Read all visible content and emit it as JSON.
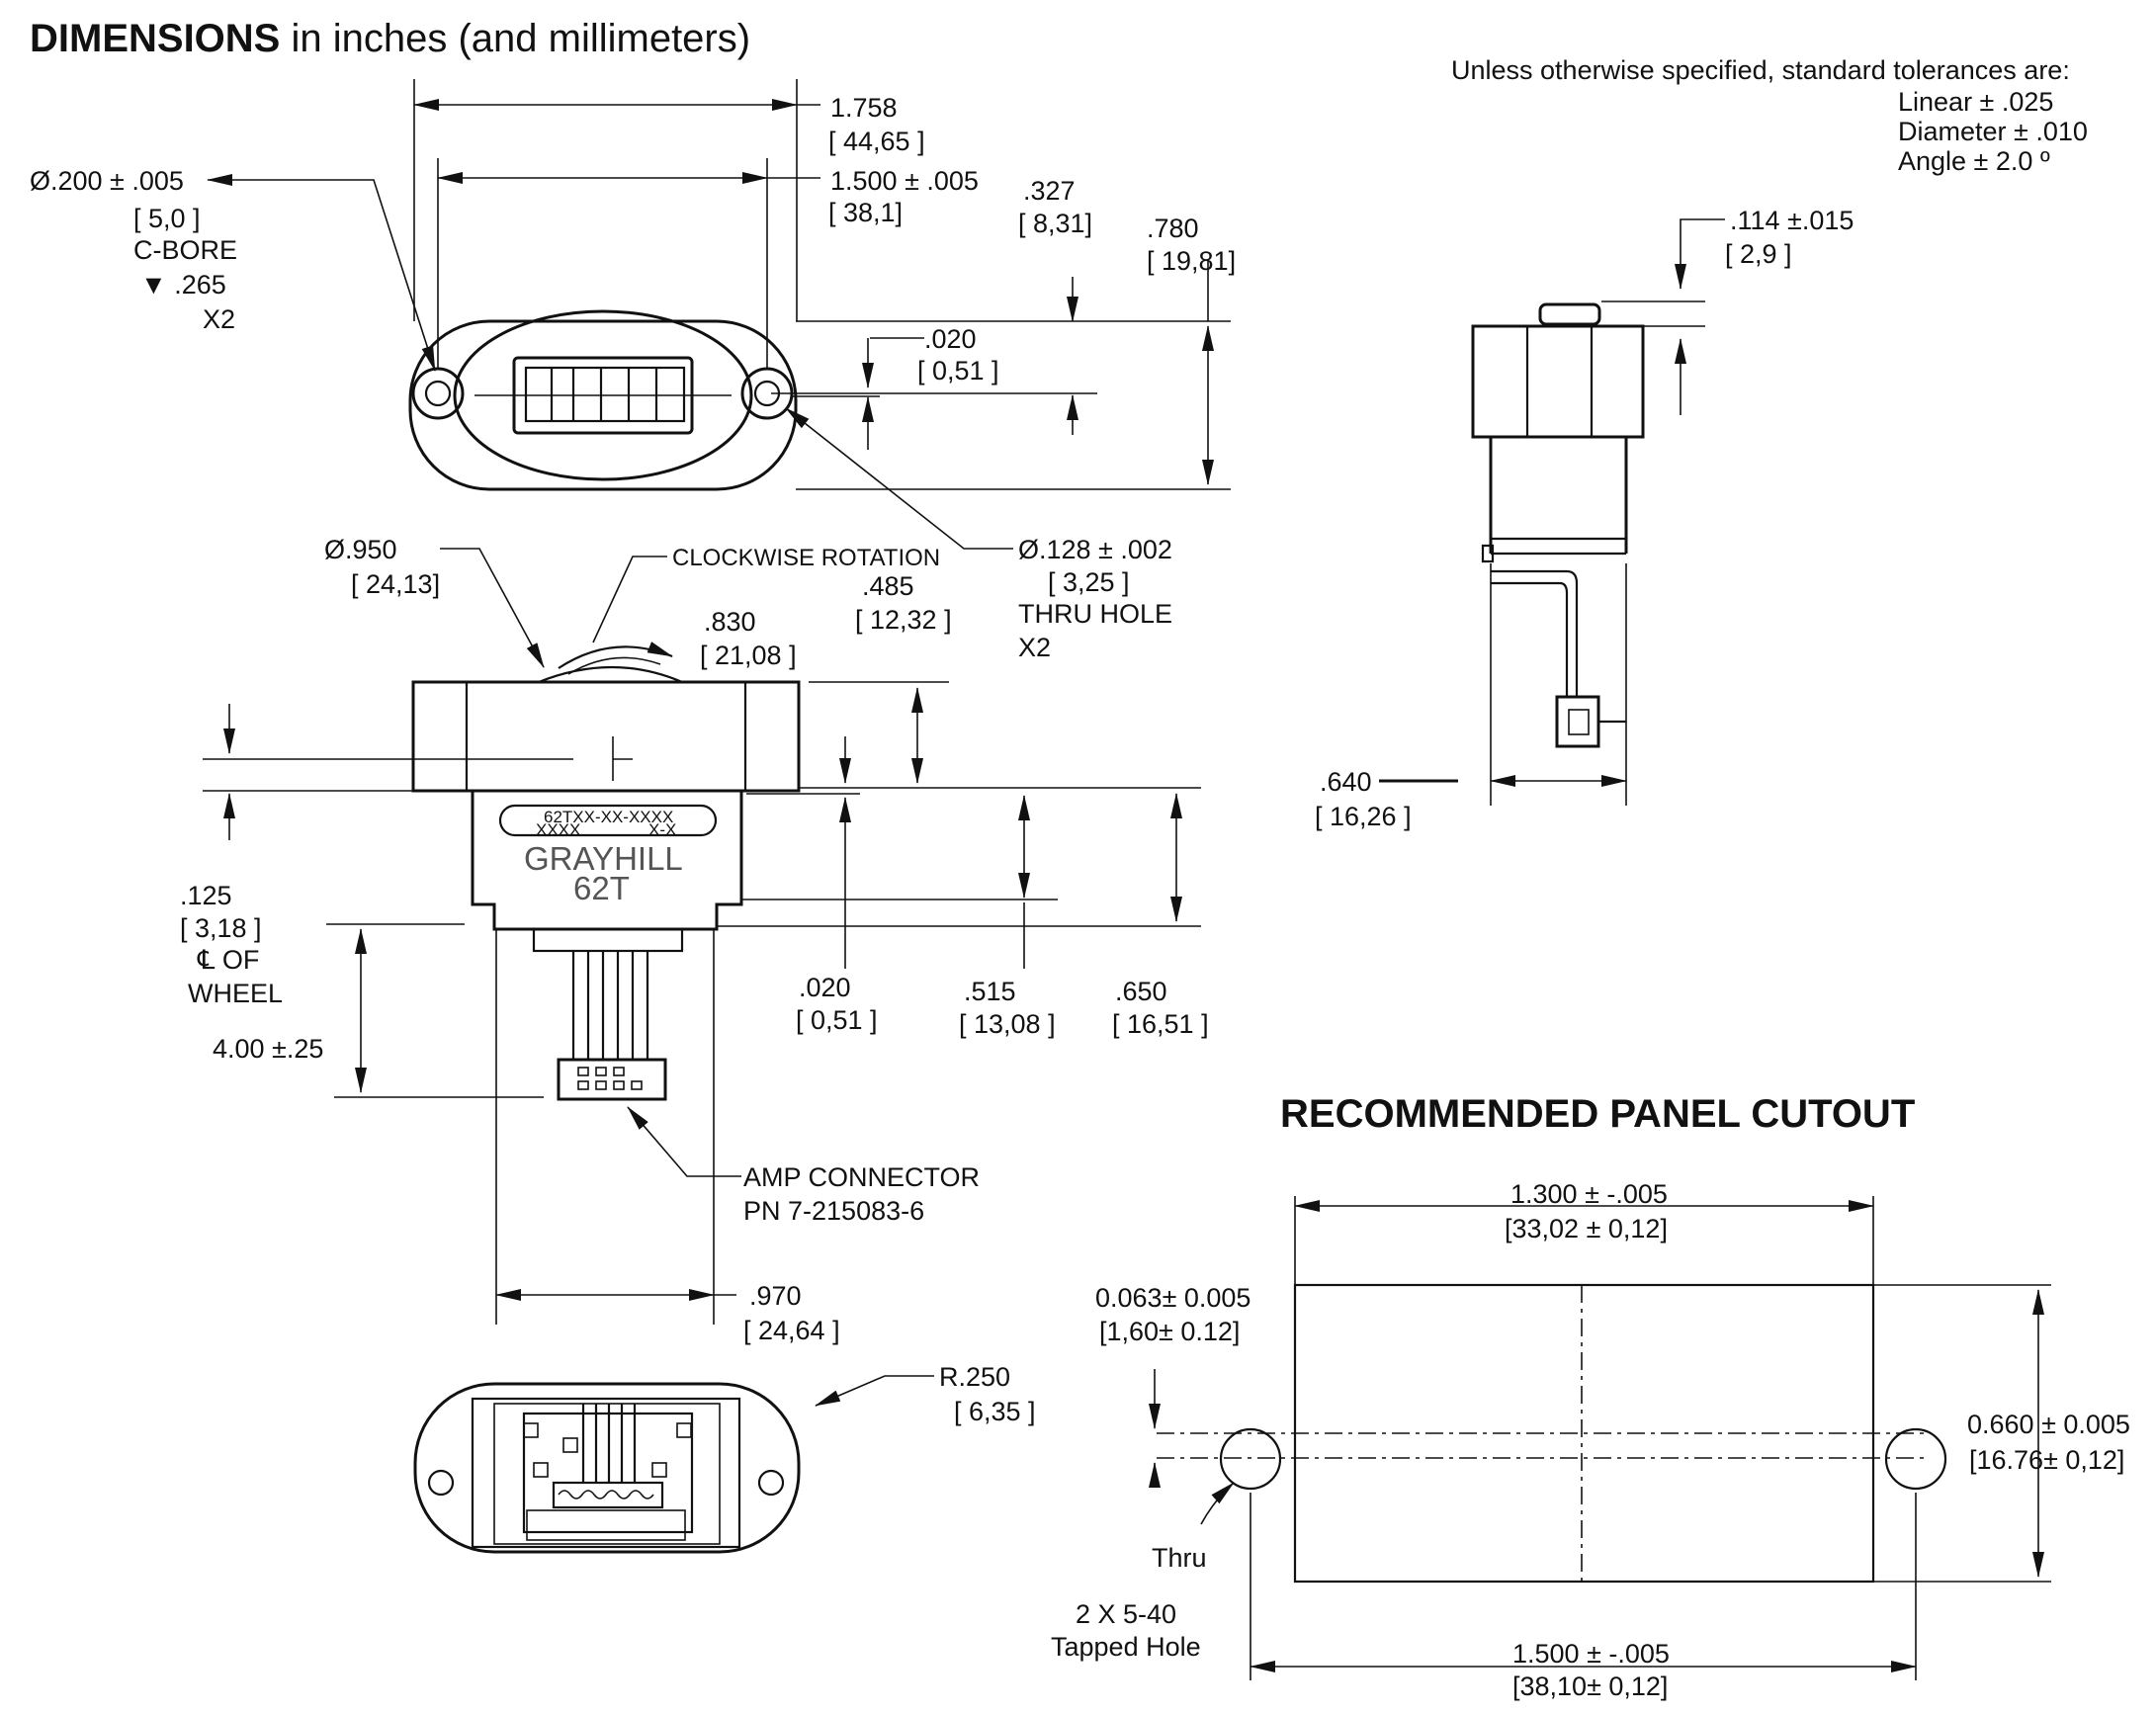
{
  "header": {
    "title_bold": "DIMENSIONS",
    "title_rest": " in inches (and millimeters)"
  },
  "tolerances": {
    "intro": "Unless otherwise specified, standard tolerances are:",
    "linear": "Linear ± .025",
    "diameter": "Diameter ± .010",
    "angle": "Angle ± 2.0 º"
  },
  "top_view": {
    "overall_width": {
      "in": "1.758",
      "mm": "[ 44,65 ]"
    },
    "hole_spacing": {
      "in": "1.500 ± .005",
      "mm": "[ 38,1]"
    },
    "cbore_dia": {
      "in": "Ø.200 ± .005",
      "mm": "[ 5,0 ]",
      "note1": "C-BORE",
      "note2": "▼ .265",
      "note3": "X2"
    },
    "offset_327": {
      "in": ".327",
      "mm": "[ 8,31]"
    },
    "height_780": {
      "in": ".780",
      "mm": "[ 19,81]"
    },
    "offset_020": {
      "in": ".020",
      "mm": "[ 0,51 ]"
    },
    "thru_hole": {
      "in": "Ø.128  ± .002",
      "mm": "[ 3,25 ]",
      "note1": "THRU HOLE",
      "note2": "X2"
    }
  },
  "front_view": {
    "wheel_dia": {
      "in": "Ø.950",
      "mm": "[ 24,13]"
    },
    "rotation_note": "CLOCKWISE ROTATION",
    "dim_485": {
      "in": ".485",
      "mm": "[ 12,32 ]"
    },
    "dim_830": {
      "in": ".830",
      "mm": "[ 21,08 ]"
    },
    "dim_125": {
      "in": ".125",
      "mm": "[ 3,18 ]",
      "note1": "℄ OF",
      "note2": "WHEEL"
    },
    "label_part": "62TXX-XX-XXXX",
    "label_sub_left": "XXXX",
    "label_sub_right": "X-X",
    "brand": "GRAYHILL",
    "model": "62T",
    "cable_length": "4.00 ±.25",
    "dim_020": {
      "in": ".020",
      "mm": "[ 0,51 ]"
    },
    "dim_515": {
      "in": ".515",
      "mm": "[ 13,08 ]"
    },
    "dim_650": {
      "in": ".650",
      "mm": "[ 16,51 ]"
    },
    "connector": {
      "line1": "AMP CONNECTOR",
      "line2": "PN 7-215083-6"
    },
    "dim_970": {
      "in": ".970",
      "mm": "[ 24,64 ]"
    }
  },
  "bottom_view": {
    "radius": {
      "in": "R.250",
      "mm": "[ 6,35 ]"
    }
  },
  "side_view": {
    "dim_114": {
      "in": ".114 ±.015",
      "mm": "[ 2,9 ]"
    },
    "dim_640": {
      "in": ".640",
      "mm": "[ 16,26 ]"
    }
  },
  "cutout": {
    "title": "RECOMMENDED PANEL CUTOUT",
    "width": {
      "in": "1.300 ± -.005",
      "mm": "[33,02 ± 0,12]"
    },
    "offset": {
      "in": "0.063± 0.005",
      "mm": "[1,60± 0.12]"
    },
    "height": {
      "in": "0.660 ± 0.005",
      "mm": "[16.76± 0,12]"
    },
    "spacing": {
      "in": "1.500 ± -.005",
      "mm": "[38,10± 0,12]"
    },
    "hole_note1": "Thru",
    "hole_note2": "2 X 5-40",
    "hole_note3": "Tapped Hole"
  }
}
